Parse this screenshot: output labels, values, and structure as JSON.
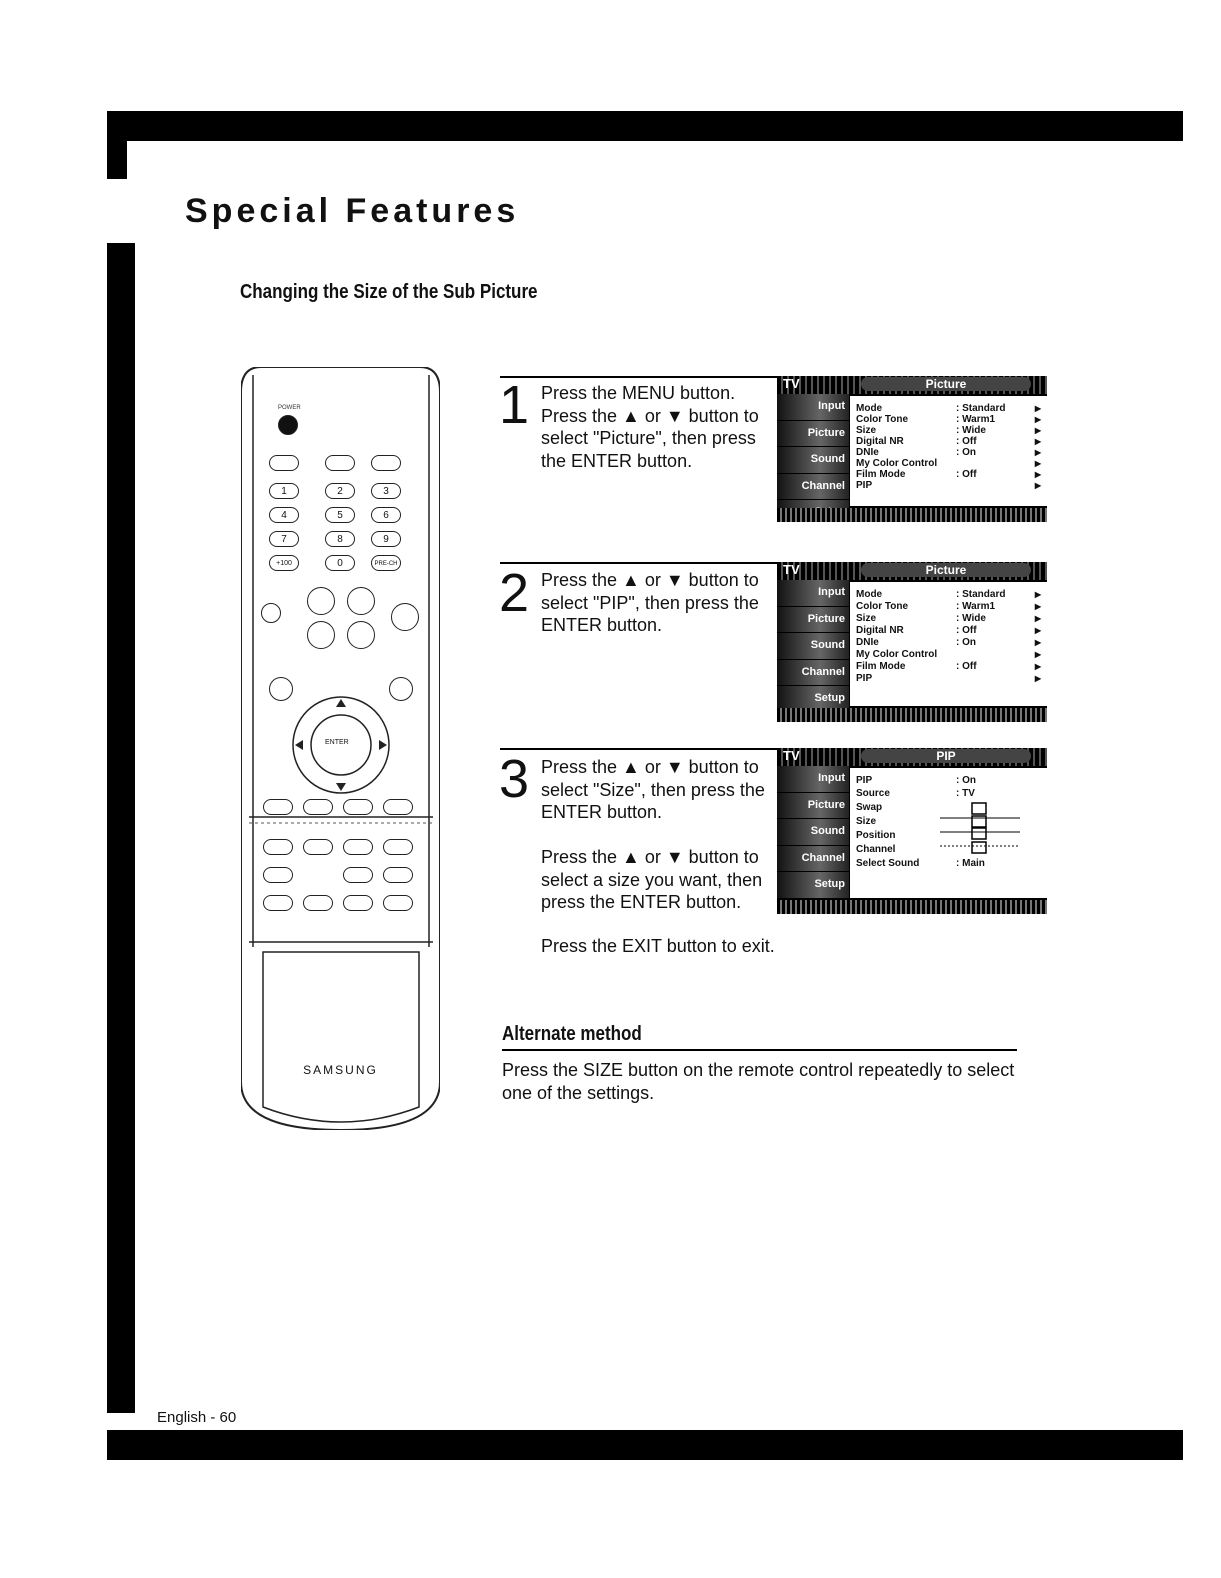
{
  "header": {
    "title": "Special Features",
    "subtitle": "Changing the Size of the Sub Picture"
  },
  "steps": [
    {
      "number": "1",
      "lines": [
        "Press the MENU button.",
        "Press the ▲ or ▼ button to",
        "select \"Picture\", then press",
        "the ENTER button."
      ]
    },
    {
      "number": "2",
      "lines": [
        "Press the ▲ or ▼ button to",
        "select \"PIP\", then press the",
        "ENTER button."
      ]
    },
    {
      "number": "3",
      "lines": [
        "Press the ▲ or ▼ button to",
        "select \"Size\", then press the",
        "ENTER button."
      ],
      "extra_lines": [
        "Press the ▲ or ▼ button to",
        "select a size you want, then",
        "press the ENTER button."
      ],
      "exit_line": "Press the EXIT button to exit."
    }
  ],
  "osd": {
    "tv_label": "TV",
    "side_items": [
      "Input",
      "Picture",
      "Sound",
      "Channel",
      "Setup"
    ],
    "screens": [
      {
        "caption": "Picture",
        "rows": [
          {
            "label": "Mode",
            "value": ": Standard"
          },
          {
            "label": "Color Tone",
            "value": ": Warm1"
          },
          {
            "label": "Size",
            "value": ": Wide"
          },
          {
            "label": "Digital NR",
            "value": ": Off"
          },
          {
            "label": "DNIe",
            "value": ": On"
          },
          {
            "label": "My Color Control",
            "value": ""
          },
          {
            "label": "Film Mode",
            "value": ": Off"
          },
          {
            "label": "PIP",
            "value": ""
          }
        ]
      },
      {
        "caption": "Picture",
        "rows": [
          {
            "label": "Mode",
            "value": ": Standard"
          },
          {
            "label": "Color Tone",
            "value": ": Warm1"
          },
          {
            "label": "Size",
            "value": ": Wide"
          },
          {
            "label": "Digital NR",
            "value": ": Off"
          },
          {
            "label": "DNIe",
            "value": ": On"
          },
          {
            "label": "My Color Control",
            "value": ""
          },
          {
            "label": "Film Mode",
            "value": ": Off"
          },
          {
            "label": "PIP",
            "value": ""
          }
        ]
      },
      {
        "caption": "PIP",
        "rows": [
          {
            "label": "PIP",
            "value": ": On"
          },
          {
            "label": "Source",
            "value": ": TV"
          },
          {
            "label": "Swap",
            "value": ""
          },
          {
            "label": "Size",
            "value": ""
          },
          {
            "label": "Position",
            "value": ""
          },
          {
            "label": "Channel",
            "value": ""
          },
          {
            "label": "Select Sound",
            "value": ": Main"
          }
        ]
      }
    ]
  },
  "alternate": {
    "heading": "Alternate method",
    "text_line1": "Press the SIZE button on the remote control repeatedly to select",
    "text_line2": "one of the settings."
  },
  "remote": {
    "brand": "SAMSUNG",
    "number_keys": [
      "1",
      "2",
      "3",
      "4",
      "5",
      "6",
      "7",
      "8",
      "9",
      "+100",
      "0",
      "PRE-CH"
    ],
    "enter_label": "ENTER"
  },
  "footer": {
    "page": "English - 60"
  }
}
